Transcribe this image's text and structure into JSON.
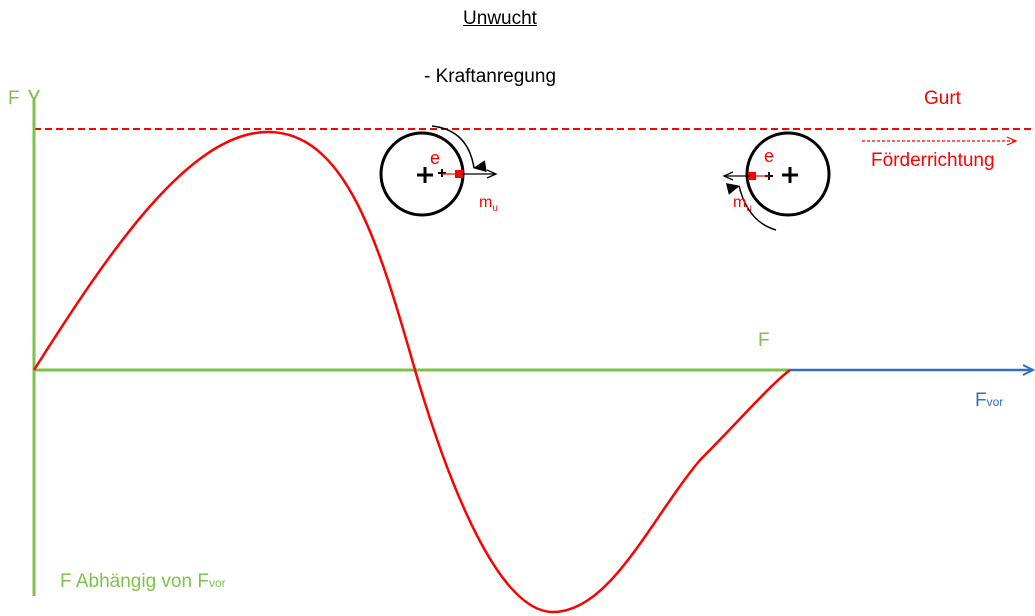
{
  "title": "Unwucht",
  "subtitle": "- Kraftanregung",
  "f_axis_label": "F",
  "gurt_label": "Gurt",
  "foerder_label": "Förderrichtung",
  "fvor_label": {
    "main": "F",
    "sub": "vor"
  },
  "mid_f_label": "F",
  "bottom_note": {
    "main": "F  Abhängig von F",
    "sub": "vor"
  },
  "rotor_left": {
    "e_label": "e",
    "mass_label": {
      "main": "m",
      "sub": "u"
    }
  },
  "rotor_right": {
    "e_label": "e",
    "mass_label": {
      "main": "m",
      "sub": "u"
    }
  },
  "colors": {
    "curve": "#ff0000",
    "gurt_line": "#ff0000",
    "f_axis": "#7dc24a",
    "fvor_axis": "#2f6fc4",
    "rotor": "#000000",
    "unbalance_mass": "#ff0000"
  },
  "icons": [
    "cross-center-icon",
    "rotation-arrow-icon",
    "force-arrow-icon"
  ]
}
